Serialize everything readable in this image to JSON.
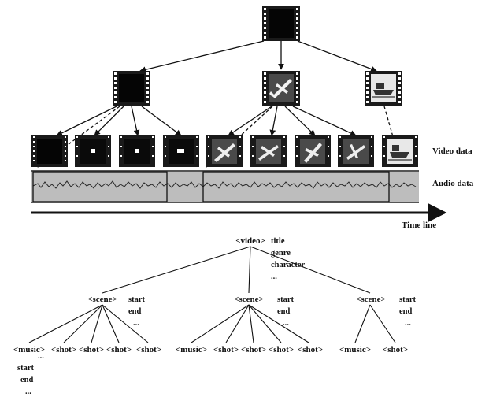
{
  "labels": {
    "video_data": "Video data",
    "audio_data": "Audio data",
    "time_line": "Time line"
  },
  "tree": {
    "root": {
      "tag": "<video>",
      "attrs": [
        "title",
        "genre",
        "character",
        "..."
      ]
    },
    "scenes": [
      {
        "tag": "<scene>",
        "attrs": [
          "start",
          "end",
          "..."
        ],
        "children": [
          "<music>",
          "<shot>",
          "<shot>",
          "<shot>",
          "<shot>"
        ]
      },
      {
        "tag": "<scene>",
        "attrs": [
          "start",
          "end",
          "..."
        ],
        "children": [
          "<music>",
          "<shot>",
          "<shot>",
          "<shot>",
          "<shot>"
        ]
      },
      {
        "tag": "<scene>",
        "attrs": [
          "start",
          "end",
          "..."
        ],
        "children": [
          "<music>",
          "<shot>"
        ]
      }
    ],
    "music_attrs": [
      "start",
      "end",
      "...",
      "..."
    ]
  },
  "colors": {
    "ink": "#111111",
    "film": "#1a1a1a",
    "audio_bg": "#bdbdbd",
    "waveform": "#2a2a2a"
  },
  "icons": {
    "root_frame": "dark-frame-icon",
    "scene1_frame": "dark-frame-icon",
    "scene2_frame": "airplane-frame-icon",
    "scene3_frame": "ship-frame-icon",
    "shot_frames": [
      "dark-frame-icon",
      "dot-frame-icon",
      "dot-frame-icon",
      "dot-frame-icon",
      "airplane-frame-icon",
      "airplane-frame-icon",
      "airplane-frame-icon",
      "airplane-frame-icon",
      "ship-frame-icon"
    ]
  }
}
